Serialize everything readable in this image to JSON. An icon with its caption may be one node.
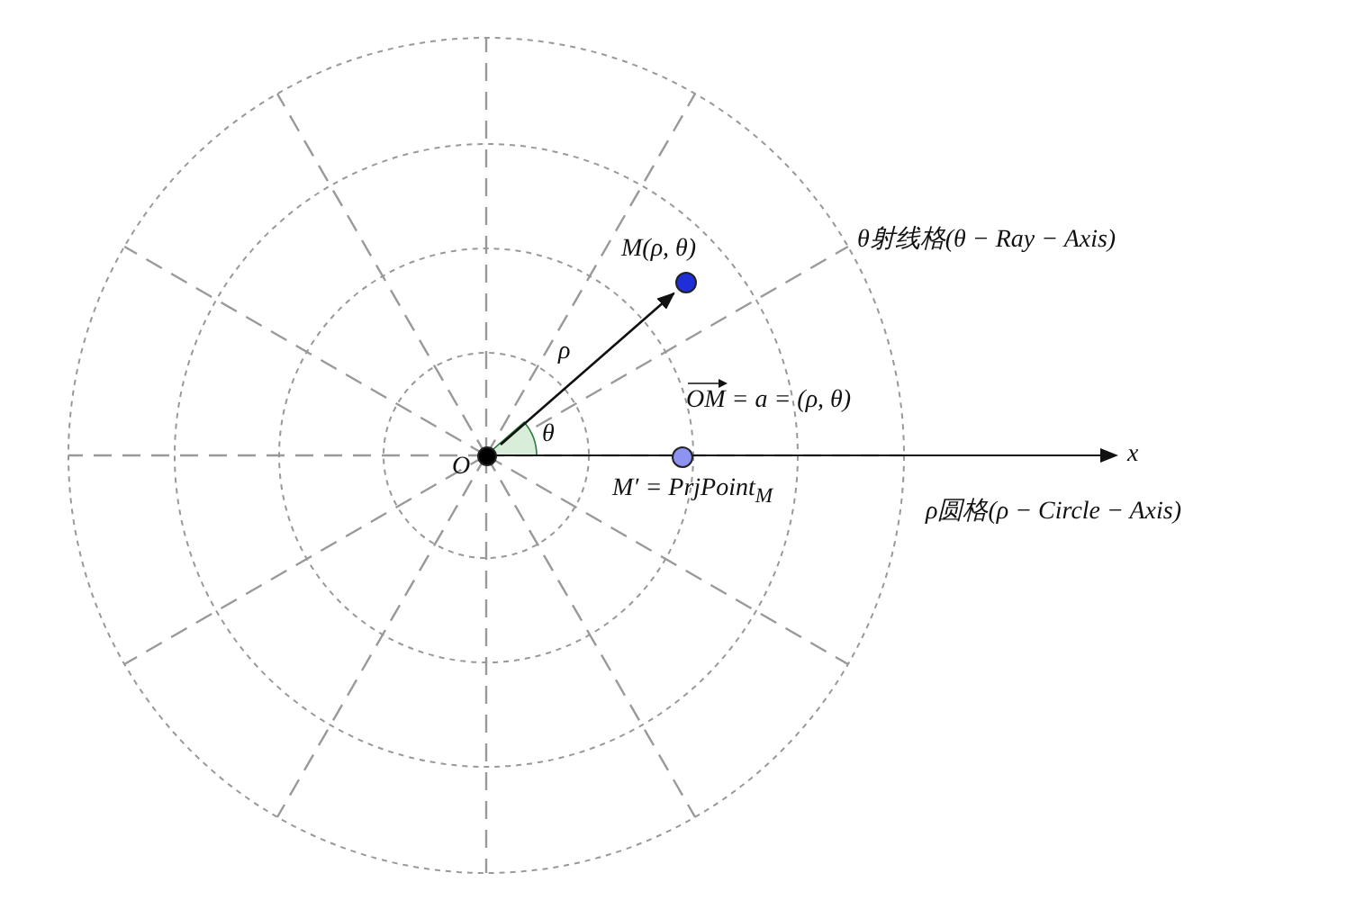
{
  "diagram": {
    "nodes": [
      {
        "text": [
          "O"
        ]
      },
      {
        "text": [
          "M(ρ, θ)"
        ]
      },
      {
        "text": [
          "M′ = PrjPoint$_{M}$"
        ]
      }
    ],
    "edges": [
      {
        "from": 0,
        "to": 1,
        "arrow": "to"
      }
    ],
    "labels": [
      "ρ",
      "θ",
      "OM = a = (ρ, θ)",
      "x",
      "θ射线格(θ − Ray − Axis)",
      "ρ圆格(ρ − Circle − Axis)"
    ]
  }
}
